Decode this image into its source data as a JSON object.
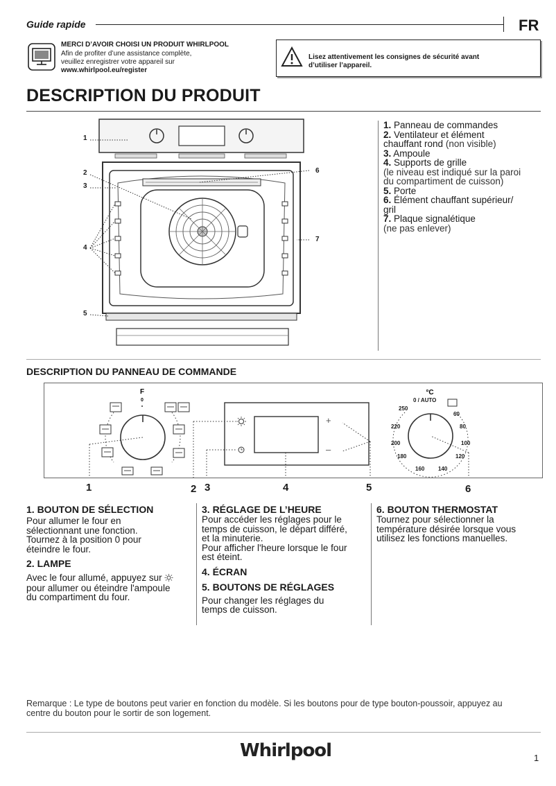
{
  "header": {
    "guide": "Guide rapide",
    "lang": "FR",
    "thanks_title": "MERCI D’AVOIR CHOISI UN PRODUIT WHIRLPOOL",
    "thanks_line1": "Afin de profiter d’une assistance complète,",
    "thanks_line2": "veuillez enregistrer votre appareil sur",
    "thanks_url": "www.whirlpool.eu/register",
    "warning_line1": "Lisez attentivement les consignes de sécurité avant",
    "warning_line2": "d’utiliser l’appareil."
  },
  "product": {
    "title": "DESCRIPTION DU PRODUIT",
    "callouts": [
      "1",
      "2",
      "3",
      "4",
      "5",
      "6",
      "7"
    ],
    "legend": [
      {
        "num": "1.",
        "label": "Panneau de commandes"
      },
      {
        "num": "2.",
        "label": "Ventilateur et élément",
        "line2": "chauffant rond",
        "sub": "(non visible)"
      },
      {
        "num": "3.",
        "label": "Ampoule"
      },
      {
        "num": "4.",
        "label": "Supports de grille",
        "sub1": "(le niveau est indiqué sur la paroi",
        "sub2": "du compartiment de cuisson)"
      },
      {
        "num": "5.",
        "label": "Porte"
      },
      {
        "num": "6.",
        "label": "Élément chauffant supérieur/",
        "line2": "gril"
      },
      {
        "num": "7.",
        "label": "Plaque signalétique",
        "sub": "(ne pas enlever)"
      }
    ]
  },
  "panel": {
    "title": "DESCRIPTION DU PANNEAU DE COMMANDE",
    "sel_top": "F",
    "sel_zero": "0",
    "thermo_unit": "°C",
    "thermo_auto": "0 / AUTO",
    "thermo_ticks": [
      "250",
      "60",
      "220",
      "80",
      "200",
      "100",
      "180",
      "120",
      "160",
      "140"
    ],
    "plus": "+",
    "minus": "–",
    "numbers": [
      "1",
      "2",
      "3",
      "4",
      "5",
      "6"
    ]
  },
  "sections": {
    "s1_title": "1. BOUTON DE SÉLECTION",
    "s1_text": [
      "Pour allumer le four en",
      "sélectionnant une fonction.",
      "Tournez à la position  0 pour",
      "éteindre le four."
    ],
    "s2_title": "2. LAMPE",
    "s2_text": [
      "Avec le four allumé, appuyez sur",
      "pour allumer ou éteindre l'ampoule",
      "du compartiment du four."
    ],
    "s3_title": "3. RÉGLAGE DE L’HEURE",
    "s3_text": [
      "Pour accéder les réglages pour le",
      "temps de cuisson, le départ différé,",
      "et la minuterie.",
      "Pour afficher l'heure lorsque le four",
      "est éteint."
    ],
    "s4_title": "4. ÉCRAN",
    "s5_title": "5. BOUTONS DE RÉGLAGES",
    "s5_text": [
      "Pour changer les réglages du",
      "temps de cuisson."
    ],
    "s6_title": "6. BOUTON THERMOSTAT",
    "s6_text": [
      "Tournez pour sélectionner la",
      "température désirée lorsque vous",
      "utilisez les fonctions manuelles."
    ]
  },
  "footer": {
    "note1": "Remarque : Le type de boutons peut varier en fonction du modèle. Si les boutons pour de type bouton-poussoir, appuyez au",
    "note2": "centre du bouton pour le sortir de son logement.",
    "brand": "Whirlpool",
    "page": "1"
  }
}
